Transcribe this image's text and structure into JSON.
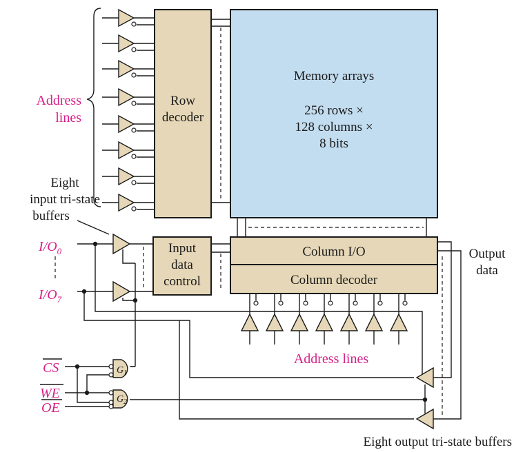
{
  "labels": {
    "memory_title": "Memory arrays",
    "memory_line1": "256 rows ×",
    "memory_line2": "128 columns ×",
    "memory_line3": "8 bits",
    "row_decoder_1": "Row",
    "row_decoder_2": "decoder",
    "input_control_1": "Input",
    "input_control_2": "data",
    "input_control_3": "control",
    "column_io": "Column I/O",
    "column_decoder": "Column decoder",
    "address_lines_left_1": "Address",
    "address_lines_left_2": "lines",
    "address_lines_bottom": "Address lines",
    "input_buffers_1": "Eight",
    "input_buffers_2": "input tri-state",
    "input_buffers_3": "buffers",
    "output_data_1": "Output",
    "output_data_2": "data",
    "output_buffers": "Eight output tri-state buffers"
  },
  "signals": {
    "io0": "I/O",
    "io0_sub": "0",
    "io7": "I/O",
    "io7_sub": "7",
    "cs": "CS",
    "we": "WE",
    "oe": "OE",
    "g1": "G",
    "g1_sub": "1",
    "g2": "G",
    "g2_sub": "2"
  },
  "colors": {
    "signal_pink": "#d6218b",
    "block_tan": "#e5d7b7",
    "memory_blue": "#c3ddf0"
  }
}
